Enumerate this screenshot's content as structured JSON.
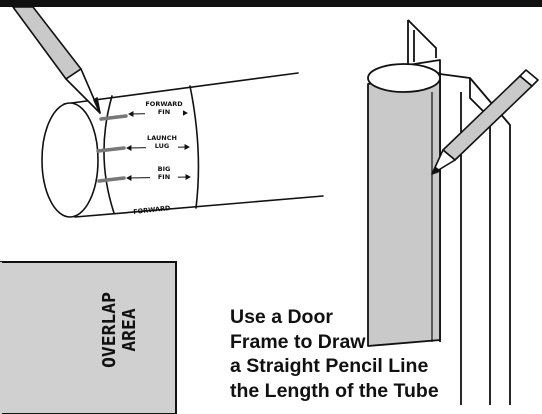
{
  "tube_band_labels": [
    {
      "lines": [
        "FORWARD",
        "FIN"
      ]
    },
    {
      "lines": [
        "LAUNCH",
        "LUG"
      ]
    },
    {
      "lines": [
        "BIG",
        "FIN"
      ]
    }
  ],
  "tube_band_edge_text": "FORWARD",
  "overlap_area": {
    "lines": [
      "OVERLAP",
      "AREA"
    ]
  },
  "caption": {
    "lines": [
      "Use a Door",
      "Frame to Draw",
      "a Straight Pencil Line",
      "the Length of the Tube"
    ]
  },
  "colors": {
    "ink": "#111111",
    "tube_fill": "#c9c9c9",
    "overlap_fill": "#d0d0d0",
    "pencil_fill": "#c9c9c9",
    "top_bar": "#111111"
  }
}
